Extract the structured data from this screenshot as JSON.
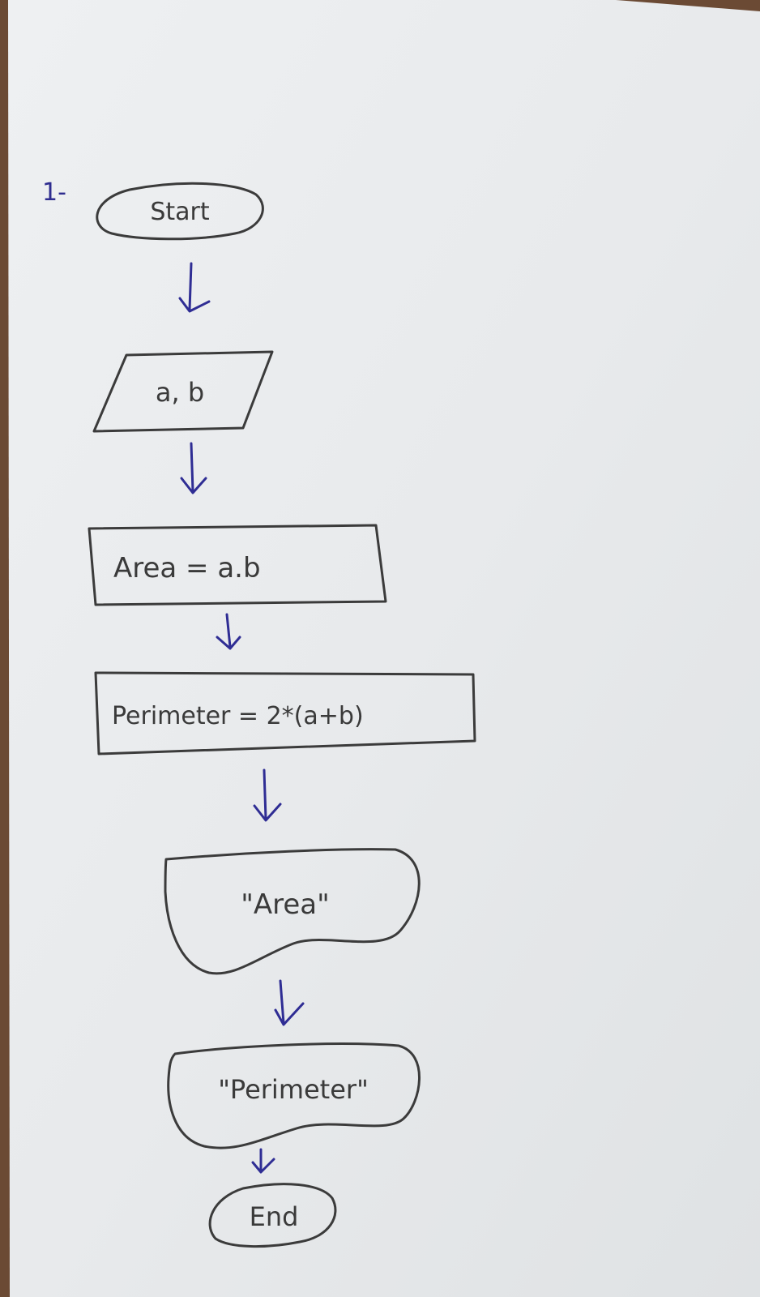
{
  "diagram": {
    "step_number": "1-",
    "nodes": [
      {
        "id": "start",
        "kind": "terminator",
        "label": "Start"
      },
      {
        "id": "input",
        "kind": "input-output",
        "label": "a, b"
      },
      {
        "id": "area_calc",
        "kind": "process",
        "label": "Area = a.b"
      },
      {
        "id": "perimeter_calc",
        "kind": "process",
        "label": "Perimeter = 2*(a+b)"
      },
      {
        "id": "output_area",
        "kind": "display",
        "label": "\"Area\""
      },
      {
        "id": "output_perimeter",
        "kind": "display",
        "label": "\"Perimeter\""
      },
      {
        "id": "end",
        "kind": "terminator",
        "label": "End"
      }
    ],
    "edges": [
      {
        "from": "start",
        "to": "input"
      },
      {
        "from": "input",
        "to": "area_calc"
      },
      {
        "from": "area_calc",
        "to": "perimeter_calc"
      },
      {
        "from": "perimeter_calc",
        "to": "output_area"
      },
      {
        "from": "output_area",
        "to": "output_perimeter"
      },
      {
        "from": "output_perimeter",
        "to": "end"
      }
    ],
    "colors": {
      "paper": "#e9ecef",
      "pencil": "#3b3b3b",
      "ink": "#2f2d94",
      "background": "#6b4a34"
    }
  }
}
